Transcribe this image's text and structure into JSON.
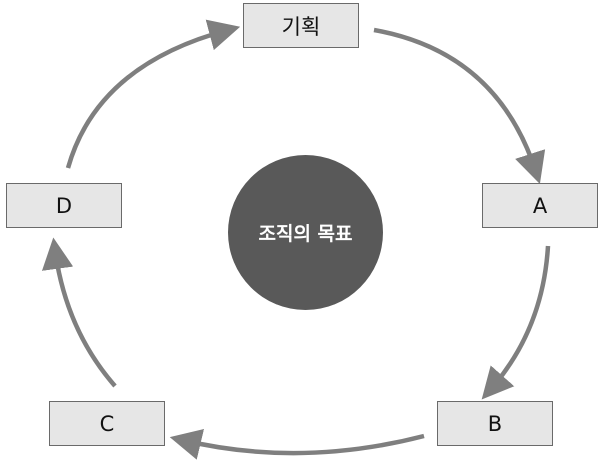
{
  "diagram": {
    "center": {
      "label": "조직의 목표"
    },
    "nodes": [
      {
        "id": "plan",
        "label": "기획"
      },
      {
        "id": "a",
        "label": "A"
      },
      {
        "id": "b",
        "label": "B"
      },
      {
        "id": "c",
        "label": "C"
      },
      {
        "id": "d",
        "label": "D"
      }
    ],
    "cycle_order": [
      "기획",
      "A",
      "B",
      "C",
      "D"
    ],
    "colors": {
      "box_fill": "#e6e6e6",
      "box_border": "#6a6a6a",
      "circle_fill": "#595959",
      "arrow": "#7f7f7f",
      "center_text": "#ffffff"
    }
  }
}
